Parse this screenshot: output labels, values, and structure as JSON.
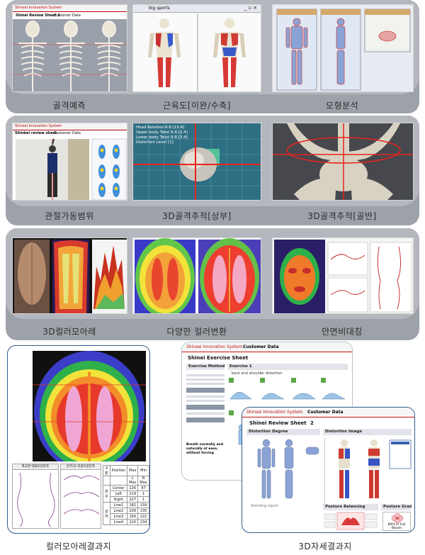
{
  "captions": {
    "skeleton_prediction": "골격예측",
    "muscle_map": "근육도[이완/수축]",
    "model_analysis": "모형분석",
    "joint_rom": "관절가동범위",
    "tracking_upper": "3D골격추적[상부]",
    "tracking_pelvis": "3D골격추적[골반]",
    "color_moire": "3D컬러모아레",
    "color_variation": "다양한 컬러변환",
    "face_asymmetry": "안면비대칭",
    "moire_result": "컬러모아레결과지",
    "posture_result": "3D자세결과지"
  },
  "skeleton_sheet": {
    "brand": "Shinsei Innovation System",
    "customer_label": "Customer Data",
    "title": "Shinei Review Sheet 1"
  },
  "muscle_window": {
    "title": "big sports"
  },
  "rom_sheet": {
    "brand": "Shinsei Innovation System",
    "customer_label": "Customer Data",
    "title": "Shinbei review sheet"
  },
  "tracking_upper": {
    "lines": [
      "Head Rotation R.B [15.4]",
      "Upper body Twist R.B [2.4]",
      "Lower body Twist R.B [3.4]",
      "Distortion Level [1]"
    ]
  },
  "moire_table": {
    "headers": [
      "구분",
      "Position",
      "Max",
      "Min"
    ],
    "subheaders": [
      "",
      "",
      "L Max",
      "R Max"
    ],
    "group_a": "좌우",
    "group_b": "상하",
    "rows": [
      {
        "position": "Center",
        "max": "226",
        "min": "87"
      },
      {
        "position": "Left",
        "max": "219",
        "min": "1"
      },
      {
        "position": "Right",
        "max": "227",
        "min": "1"
      },
      {
        "position": "Line1",
        "max": "182",
        "min": "159"
      },
      {
        "position": "Line2",
        "max": "209",
        "min": "235"
      },
      {
        "position": "Line3",
        "max": "169",
        "min": "222"
      },
      {
        "position": "Line4",
        "max": "220",
        "min": "234"
      }
    ],
    "graph_labels": [
      "좌고관 대퇴모양분포",
      "둔부/고 미골모양분포"
    ]
  },
  "exercise_sheet": {
    "brand": "Shinsei Innovation System",
    "customer_label": "Customer Data",
    "title": "Shinei Exercise Sheet",
    "method_label": "Exercise Method",
    "exercise_label": "Exercise 1",
    "exercise_sub": "back and shoulder distortion",
    "notes": [
      "Breath normally and naturally at ease, without forcing"
    ]
  },
  "review_sheet": {
    "brand": "Shinsei Innovation System",
    "customer_label": "Customer Data",
    "title": "Shinei Review Sheet",
    "page": "2",
    "distortion_degree": "Distortion Degree",
    "distortion_image": "Distortion Image",
    "posture_balancing": "Posture Balancing",
    "posture_grading": "Posture Grading",
    "bloom_text": "80% In Full Bloom",
    "standing_label": "Standing report"
  }
}
